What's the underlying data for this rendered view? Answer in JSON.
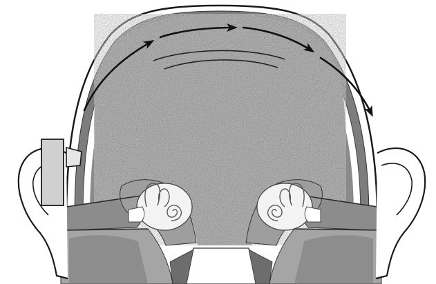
{
  "diagram": {
    "subject": "bone-conduction-hearing-cross-section",
    "colors": {
      "brain": "#b9b9b9",
      "skull_bone": "#7d7d7d",
      "scalp": "#ffffff",
      "outline": "#1a1a1a",
      "arrow": "#111111",
      "device": "#d0d0d0",
      "cochlea": "#f3f3f3",
      "jaw_structures": "#9a9a9a"
    },
    "parts": [
      {
        "id": "skull",
        "icon": "skull-outline"
      },
      {
        "id": "brain",
        "icon": "speckled-fill"
      },
      {
        "id": "sound-path-arrows",
        "icon": "curved-arrow"
      },
      {
        "id": "bone-conduction-device",
        "icon": "rectangular-processor"
      },
      {
        "id": "left-outer-ear",
        "icon": "ear-outline"
      },
      {
        "id": "right-outer-ear",
        "icon": "ear-outline"
      },
      {
        "id": "left-inner-ear",
        "icon": "cochlea-spiral"
      },
      {
        "id": "right-inner-ear",
        "icon": "cochlea-spiral"
      }
    ]
  }
}
